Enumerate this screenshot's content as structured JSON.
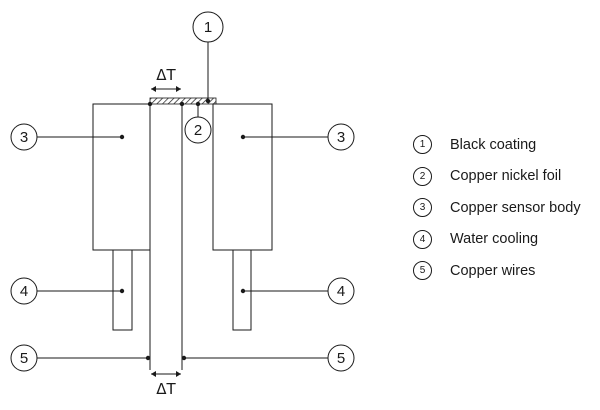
{
  "callouts": {
    "black_coating": "1",
    "copper_nickel_foil": "2",
    "copper_sensor_body": "3",
    "water_cooling": "4",
    "copper_wires": "5"
  },
  "delta_t_label": "ΔT",
  "legend": [
    {
      "number": "1",
      "label": "Black coating"
    },
    {
      "number": "2",
      "label": "Copper nickel foil"
    },
    {
      "number": "3",
      "label": "Copper sensor body"
    },
    {
      "number": "4",
      "label": "Water cooling"
    },
    {
      "number": "5",
      "label": "Copper wires"
    }
  ]
}
